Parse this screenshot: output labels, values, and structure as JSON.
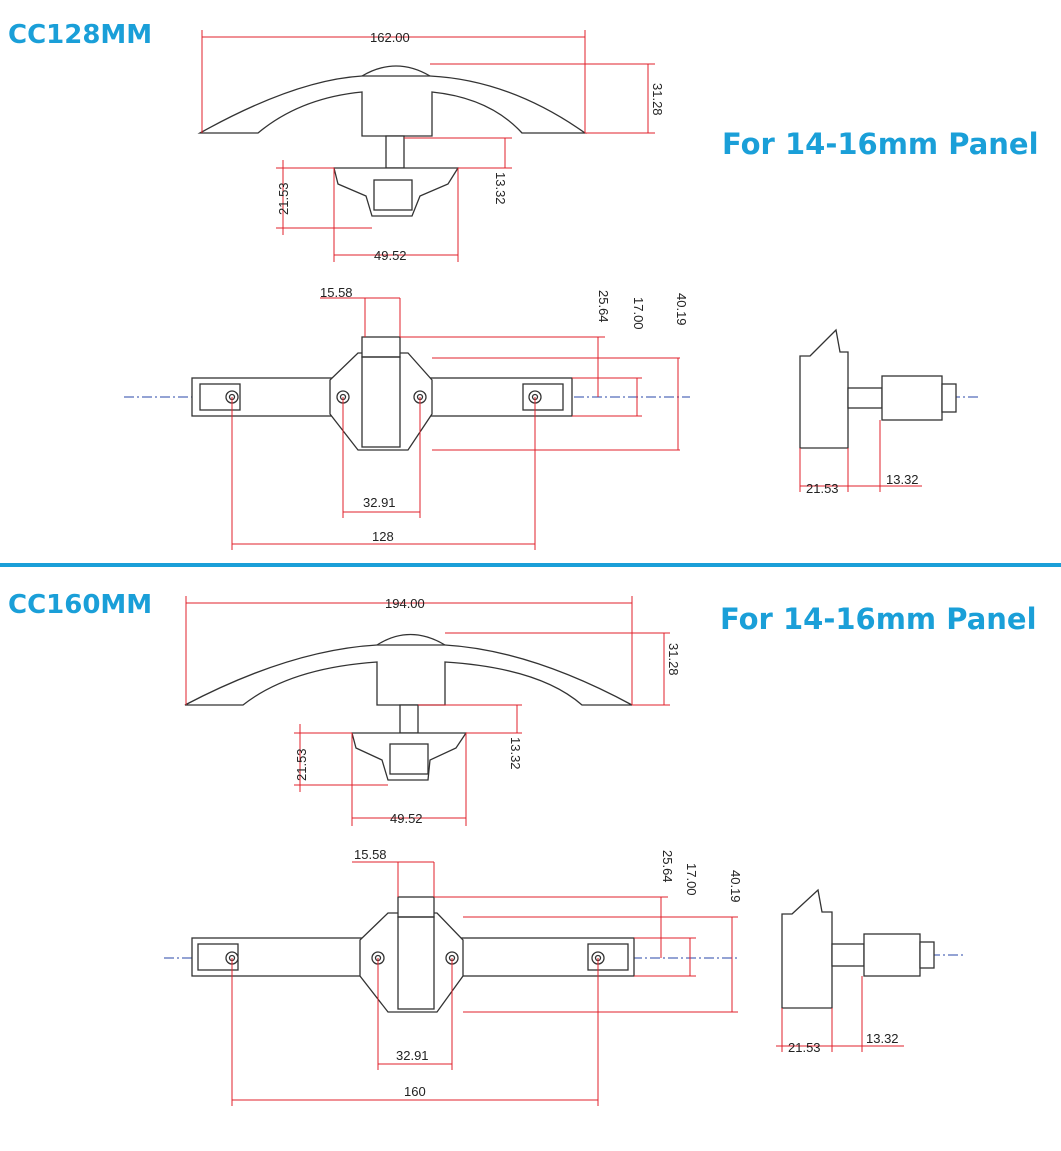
{
  "sections": [
    {
      "model": "CC128MM",
      "panel": "For 14-16mm Panel",
      "top_view": {
        "width": "162.00",
        "height": "31.28",
        "stem_offset": "13.32",
        "plate_height": "21.53",
        "plate_width": "49.52"
      },
      "front_view": {
        "cam_width": "15.58",
        "dim_a": "25.64",
        "dim_b": "17.00",
        "dim_c": "40.19",
        "hole_spacing": "32.91",
        "center_distance": "128"
      },
      "side_view": {
        "depth": "21.53",
        "shaft": "13.32"
      }
    },
    {
      "model": "CC160MM",
      "panel": "For 14-16mm Panel",
      "top_view": {
        "width": "194.00",
        "height": "31.28",
        "stem_offset": "13.32",
        "plate_height": "21.53",
        "plate_width": "49.52"
      },
      "front_view": {
        "cam_width": "15.58",
        "dim_a": "25.64",
        "dim_b": "17.00",
        "dim_c": "40.19",
        "hole_spacing": "32.91",
        "center_distance": "160"
      },
      "side_view": {
        "depth": "21.53",
        "shaft": "13.32"
      }
    }
  ],
  "colors": {
    "accent": "#1a9fd8",
    "dimension": "#e0212b",
    "outline": "#333333",
    "centerline": "#2a47a8"
  }
}
